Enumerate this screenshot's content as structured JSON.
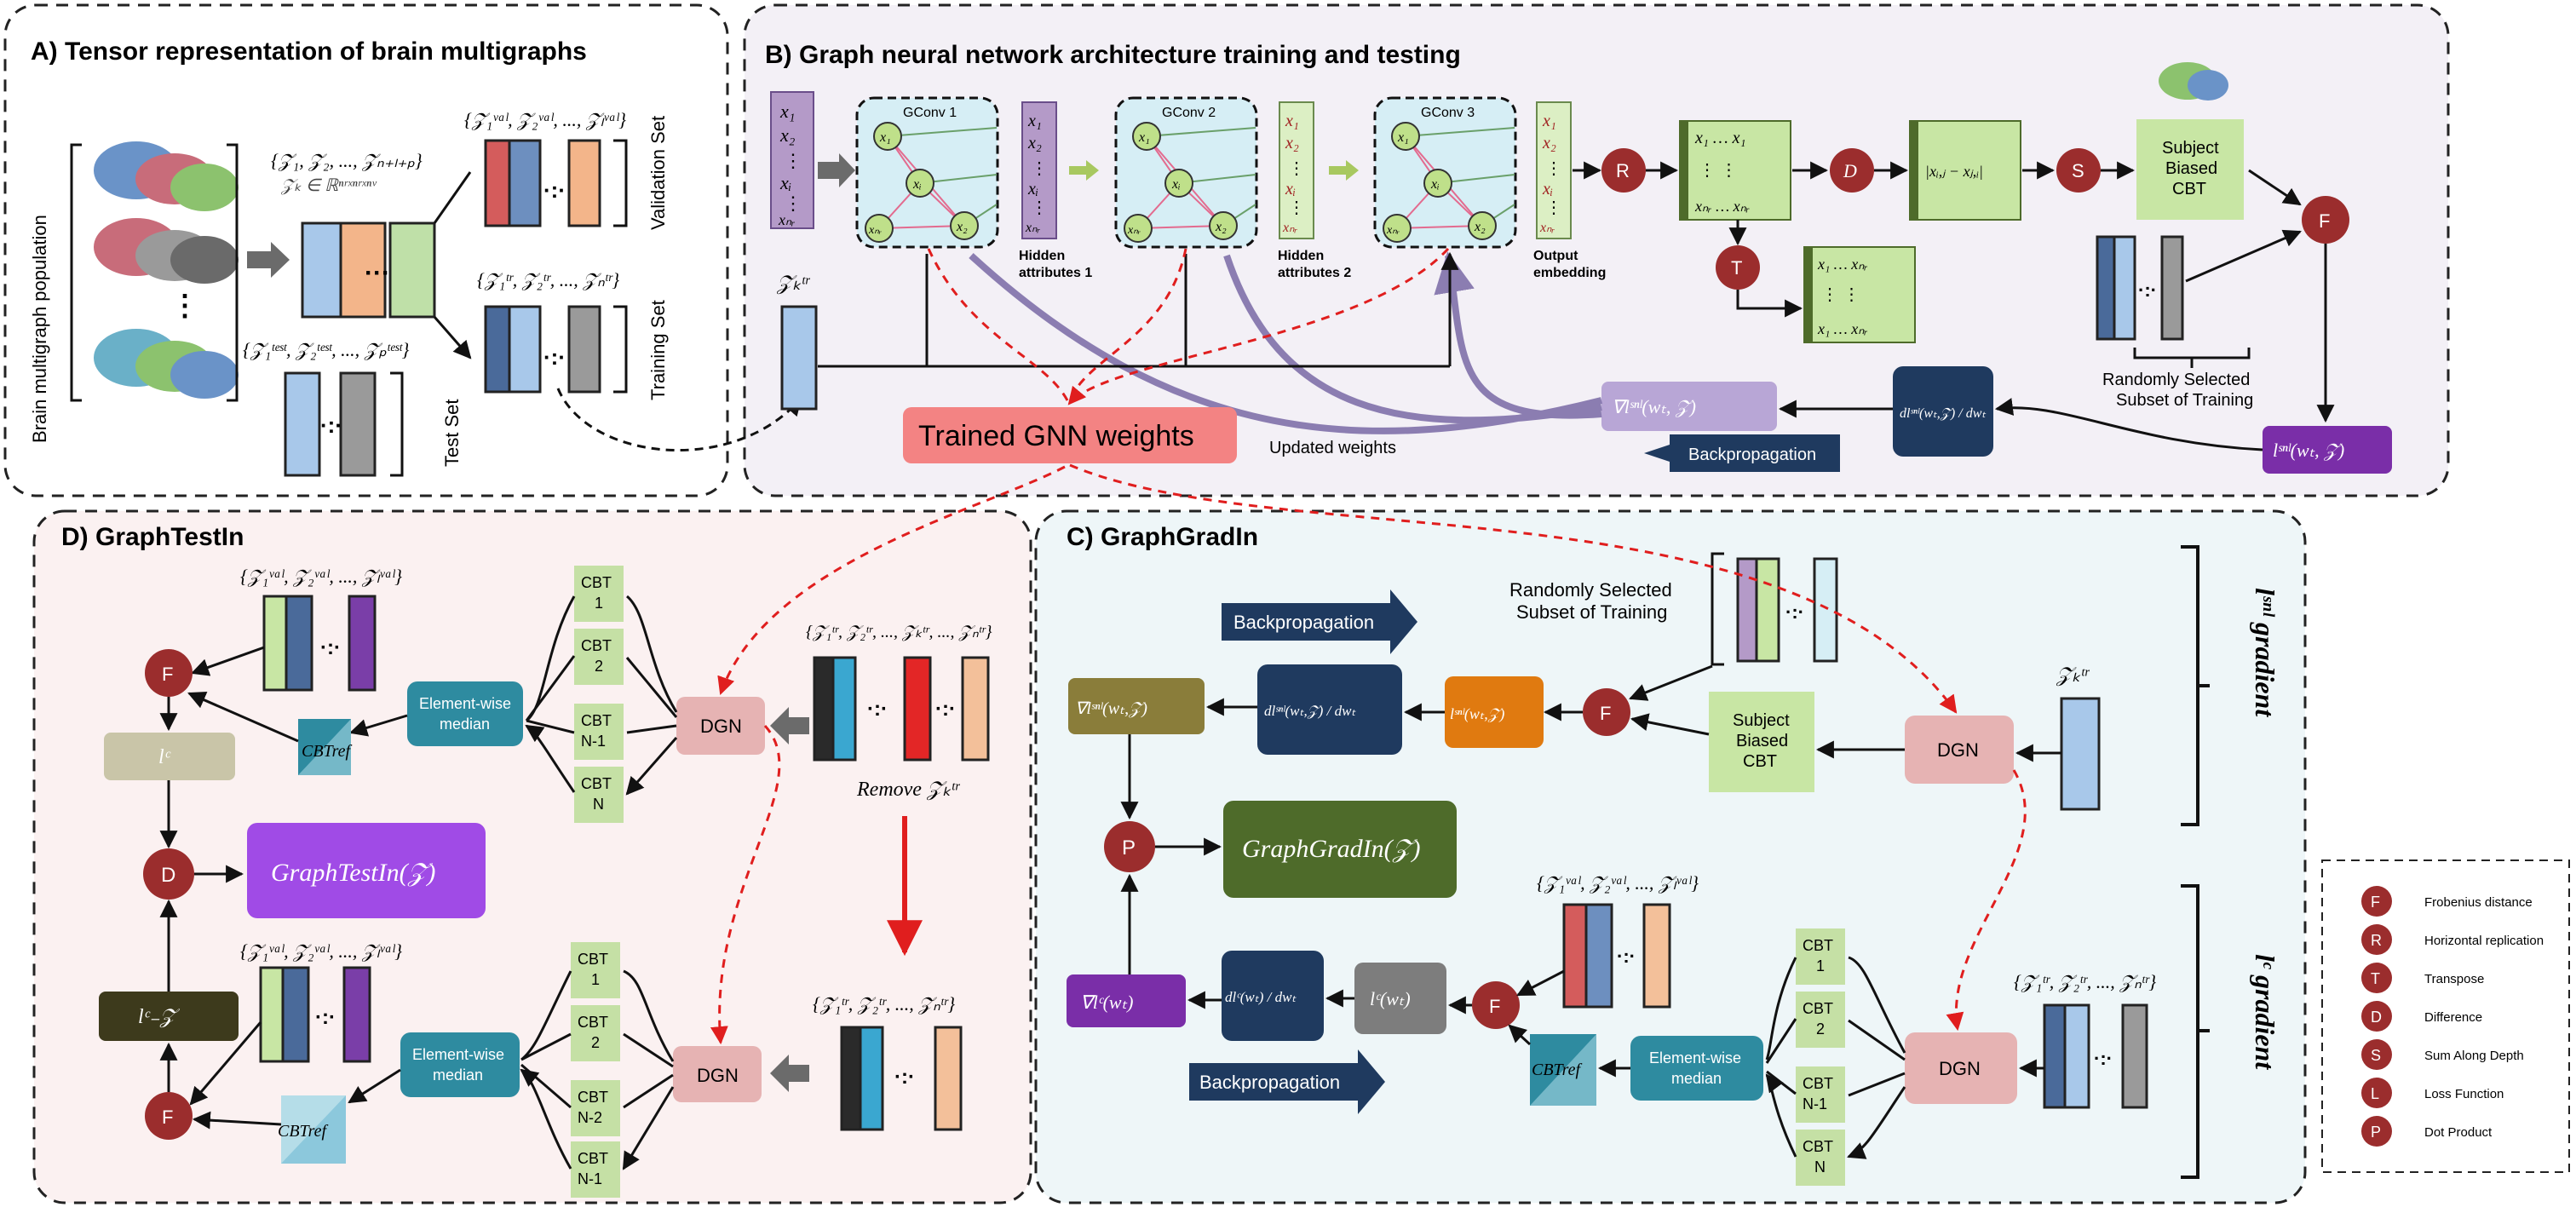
{
  "panels": {
    "a": {
      "title": "A) Tensor representation of brain multigraphs",
      "population_label": "Brain multigraph population",
      "z_set": "{𝒵₁, 𝒵₂, ..., 𝒵ₙ₊ₗ₊ₚ}",
      "z_def": "𝒵ₖ ∈ ℝⁿʳˣⁿʳˣⁿᵛ",
      "val_set": "{𝒵₁ᵛᵃˡ, 𝒵₂ᵛᵃˡ, ..., 𝒵ₗᵛᵃˡ}",
      "tr_set": "{𝒵₁ᵗʳ, 𝒵₂ᵗʳ, ..., 𝒵ₙᵗʳ}",
      "test_set": "{𝒵₁ᵗᵉˢᵗ, 𝒵₂ᵗᵉˢᵗ, ..., 𝒵ₚᵗᵉˢᵗ}",
      "validation_label": "Validation Set",
      "training_label": "Training Set",
      "test_label": "Test Set"
    },
    "b": {
      "title": "B) Graph neural network architecture training and testing",
      "gconv1": "GConv 1",
      "gconv2": "GConv 2",
      "gconv3": "GConv 3",
      "hidden1": "Hidden\nattributes 1",
      "hidden2": "Hidden\nattributes 2",
      "output_emb": "Output\nembedding",
      "zk_tr": "𝒵ₖᵗʳ",
      "R": "R",
      "D": "D",
      "S": "S",
      "T": "T",
      "F": "F",
      "diff_expr": "|xᵢ,ⱼ − xⱼ,ᵢ|",
      "subject_cbt": "Subject\nBiased\nCBT",
      "random_subset": "Randomly Selected\nSubset of Training",
      "trained_weights": "Trained  GNN weights",
      "updated_weights": "Updated weights",
      "grad_label": "∇lˢⁿˡ(wₜ, 𝒵)",
      "deriv_label": "dlˢⁿˡ(wₜ,𝒵) / dwₜ",
      "backprop": "Backpropagation",
      "loss_label": "lˢⁿˡ(wₜ, 𝒵)"
    },
    "c": {
      "title": "C) GraphGradIn",
      "random_subset": "Randomly Selected\nSubset of Training",
      "backprop_top": "Backpropagation",
      "grad_snl": "∇lˢⁿˡ(wₜ,𝒵)",
      "deriv_snl": "dlˢⁿˡ(wₜ,𝒵) / dwₜ",
      "loss_snl": "lˢⁿˡ(wₜ,𝒵)",
      "F": "F",
      "P": "P",
      "subject_cbt": "Subject\nBiased\nCBT",
      "dgn": "DGN",
      "zk_tr": "𝒵ₖᵗʳ",
      "graphgradin": "GraphGradIn(𝒵)",
      "val_set": "{𝒵₁ᵛᵃˡ, 𝒵₂ᵛᵃˡ, ..., 𝒵ₗᵛᵃˡ}",
      "tr_set": "{𝒵₁ᵗʳ, 𝒵₂ᵗʳ, ..., 𝒵ₙᵗʳ}",
      "grad_c": "∇lᶜ(wₜ)",
      "deriv_c": "dlᶜ(wₜ) / dwₜ",
      "loss_c": "lᶜ(wₜ)",
      "cbt_ref": "CBTref",
      "element_median": "Element-wise\nmedian",
      "backprop_bottom": "Backpropagation",
      "cbt_items": [
        "CBT\n1",
        "CBT\n2",
        "CBT\nN-1",
        "CBT\nN"
      ],
      "snl_gradient": "lˢⁿˡ gradient",
      "c_gradient": "lᶜ gradient"
    },
    "d": {
      "title": "D) GraphTestIn",
      "val_set_top": "{𝒵₁ᵛᵃˡ, 𝒵₂ᵛᵃˡ, ..., 𝒵ₗᵛᵃˡ}",
      "val_set_bottom": "{𝒵₁ᵛᵃˡ, 𝒵₂ᵛᵃˡ, ..., 𝒵ₗᵛᵃˡ}",
      "tr_set_top": "{𝒵₁ᵗʳ, 𝒵₂ᵗʳ, ..., 𝒵ₖᵗʳ, ..., 𝒵ₙᵗʳ}",
      "tr_set_bottom": "{𝒵₁ᵗʳ, 𝒵₂ᵗʳ, ..., 𝒵ₙᵗʳ}",
      "F": "F",
      "D": "D",
      "lc": "lᶜ",
      "lc_minus": "lᶜ₋𝒵",
      "graphtestin": "GraphTestIn(𝒵)",
      "cbt_ref": "CBTref",
      "element_median": "Element-wise\nmedian",
      "dgn": "DGN",
      "remove": "Remove 𝒵ₖᵗʳ",
      "cbt_items_top": [
        "CBT\n1",
        "CBT\n2",
        "CBT\nN-1",
        "CBT\nN"
      ],
      "cbt_items_bottom": [
        "CBT\n1",
        "CBT\n2",
        "CBT\nN-2",
        "CBT\nN-1"
      ]
    }
  },
  "legend": [
    {
      "symbol": "F",
      "label": "Frobenius distance"
    },
    {
      "symbol": "R",
      "label": "Horizontal replication"
    },
    {
      "symbol": "T",
      "label": "Transpose"
    },
    {
      "symbol": "D",
      "label": "Difference"
    },
    {
      "symbol": "S",
      "label": "Sum Along Depth"
    },
    {
      "symbol": "L",
      "label": "Loss Function"
    },
    {
      "symbol": "P",
      "label": "Dot Product"
    }
  ],
  "colors": {
    "circle": "#9b2d2d",
    "dgn": "#e6b3b3",
    "cbt": "#c5e0a5",
    "median": "#2e8ba0",
    "navy": "#1f3a5f",
    "orange": "#e07a10",
    "purple_btn": "#a04be6",
    "olive": "#4e6b2a",
    "salmon": "#f38383"
  }
}
